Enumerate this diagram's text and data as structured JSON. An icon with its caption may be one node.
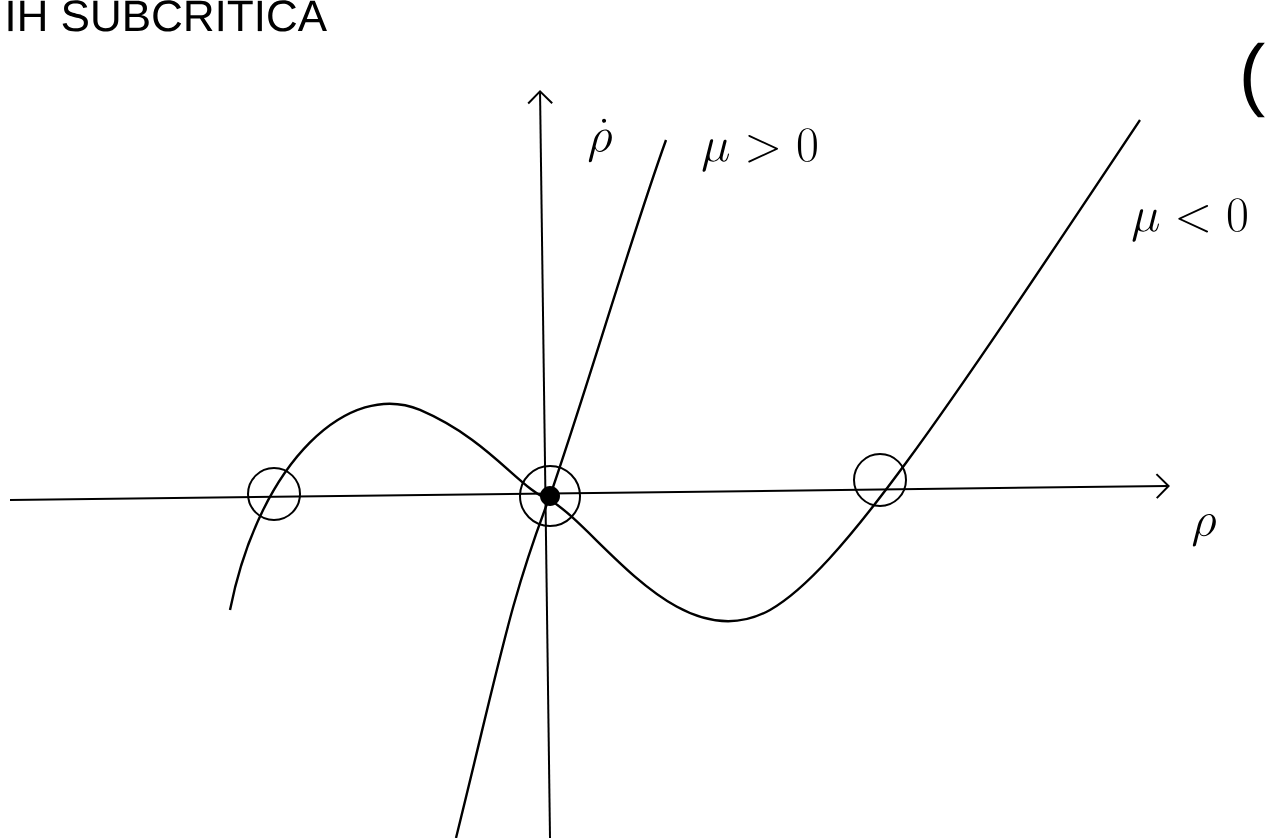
{
  "diagram": {
    "title": "IH SUBCRITICA",
    "labels": [
      "\\dot{\\rho}",
      "\\mu>0",
      "\\mu<0",
      "\\rho",
      "("
    ]
  }
}
